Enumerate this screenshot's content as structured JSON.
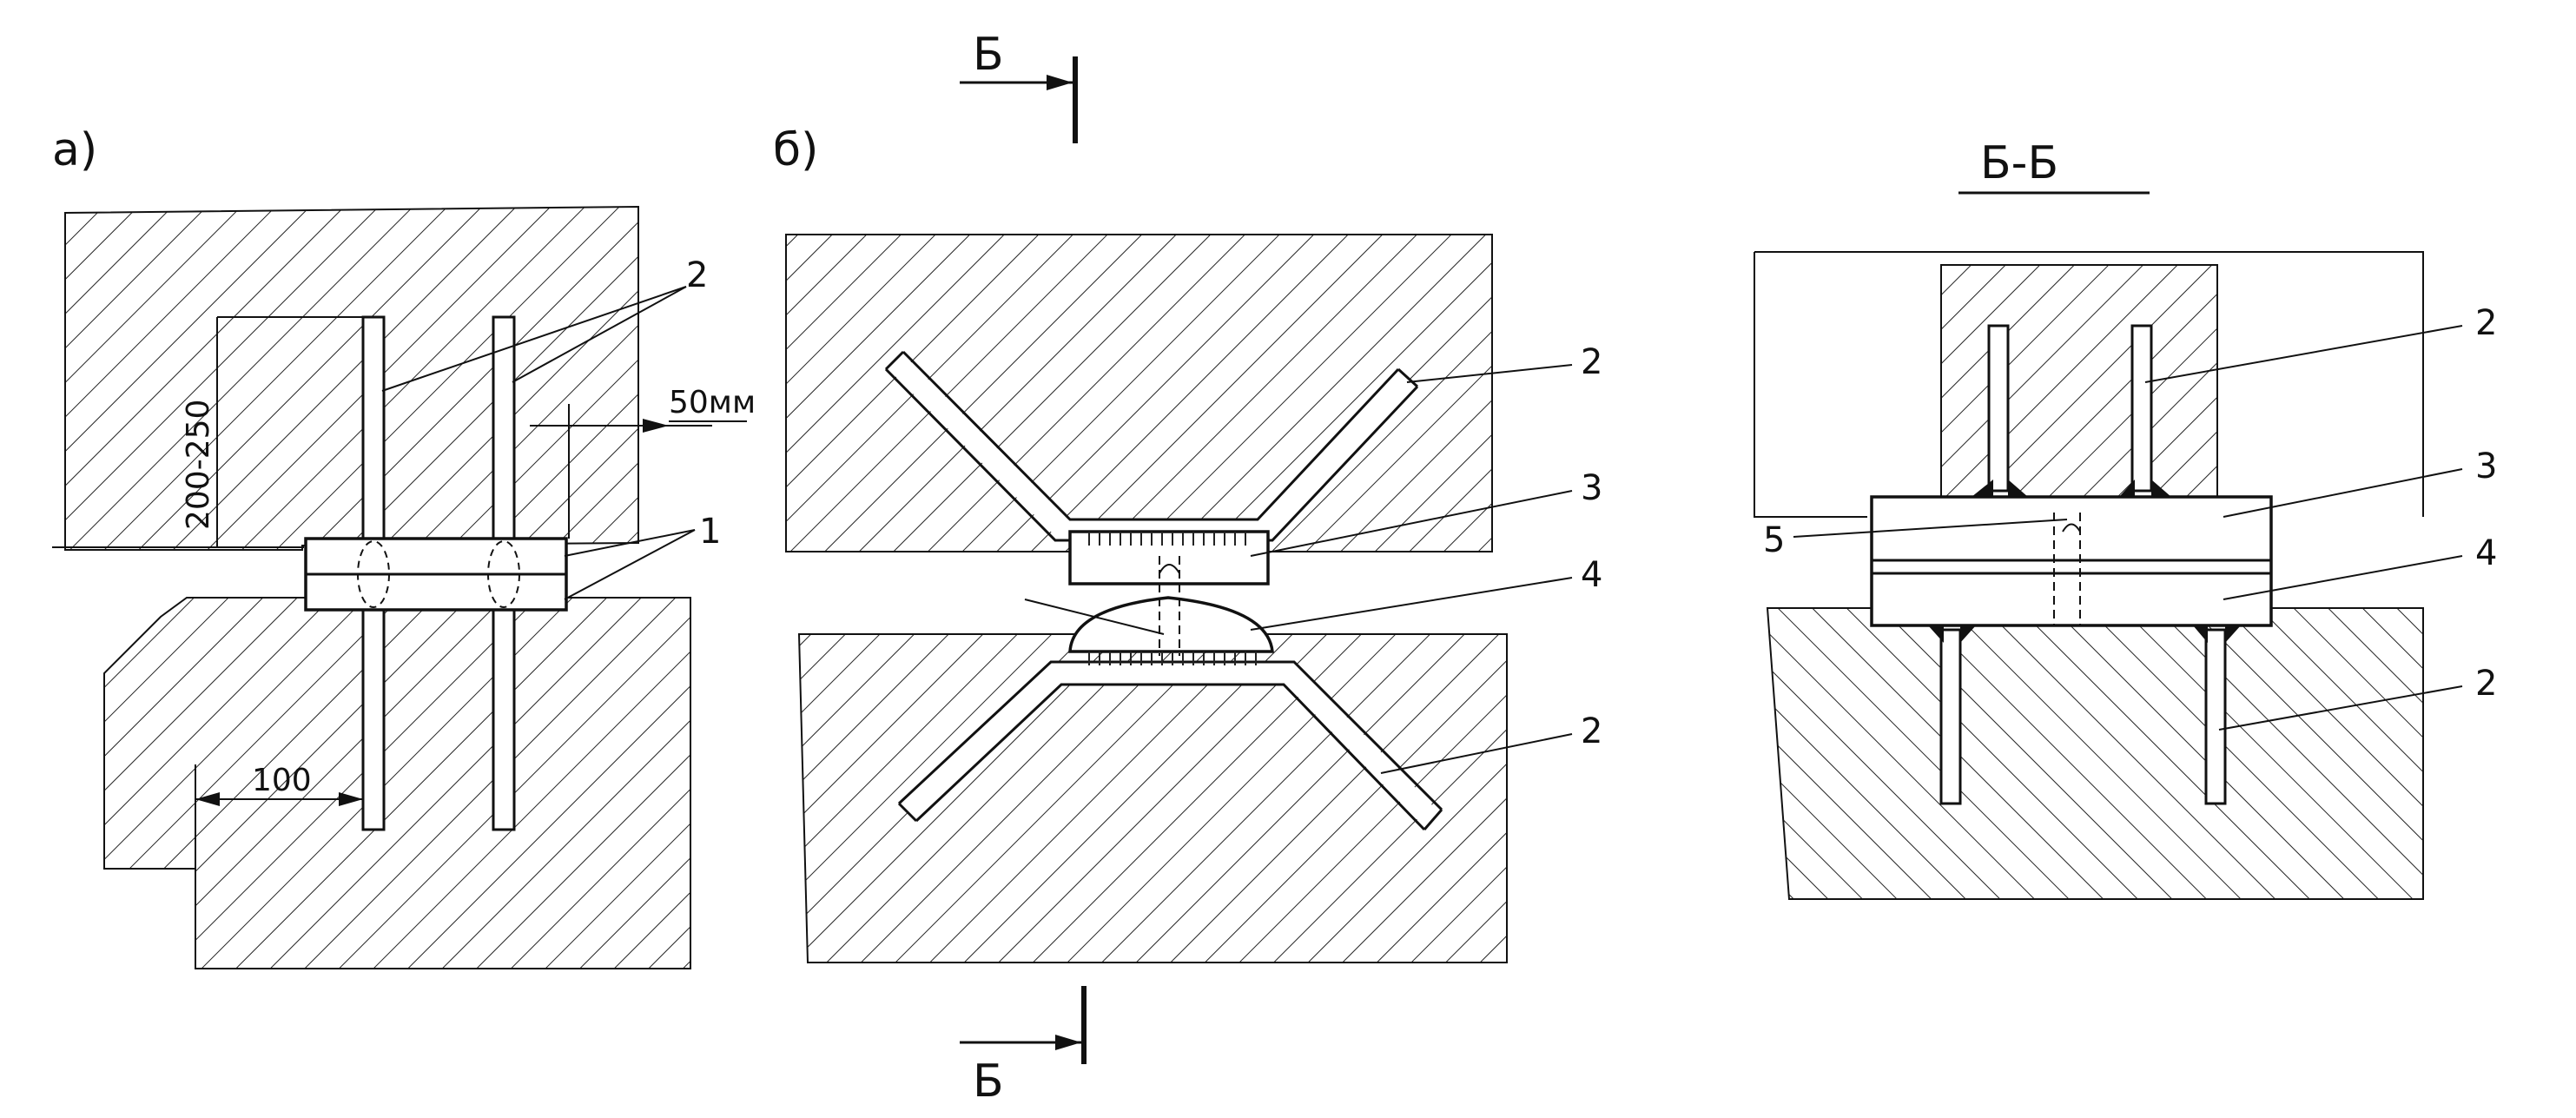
{
  "figure": {
    "section_mark": "Б",
    "section_title": "Б-Б",
    "panels": [
      {
        "id": "a",
        "label": "а)"
      },
      {
        "id": "b",
        "label": "б)"
      }
    ],
    "dimensions": {
      "height": "200-250",
      "width": "50мм",
      "spacing": "100"
    },
    "callouts": {
      "a": [
        "2",
        "1"
      ],
      "b": [
        "2",
        "3",
        "4",
        "2"
      ],
      "section": [
        "2",
        "3",
        "5",
        "4",
        "2"
      ]
    }
  }
}
